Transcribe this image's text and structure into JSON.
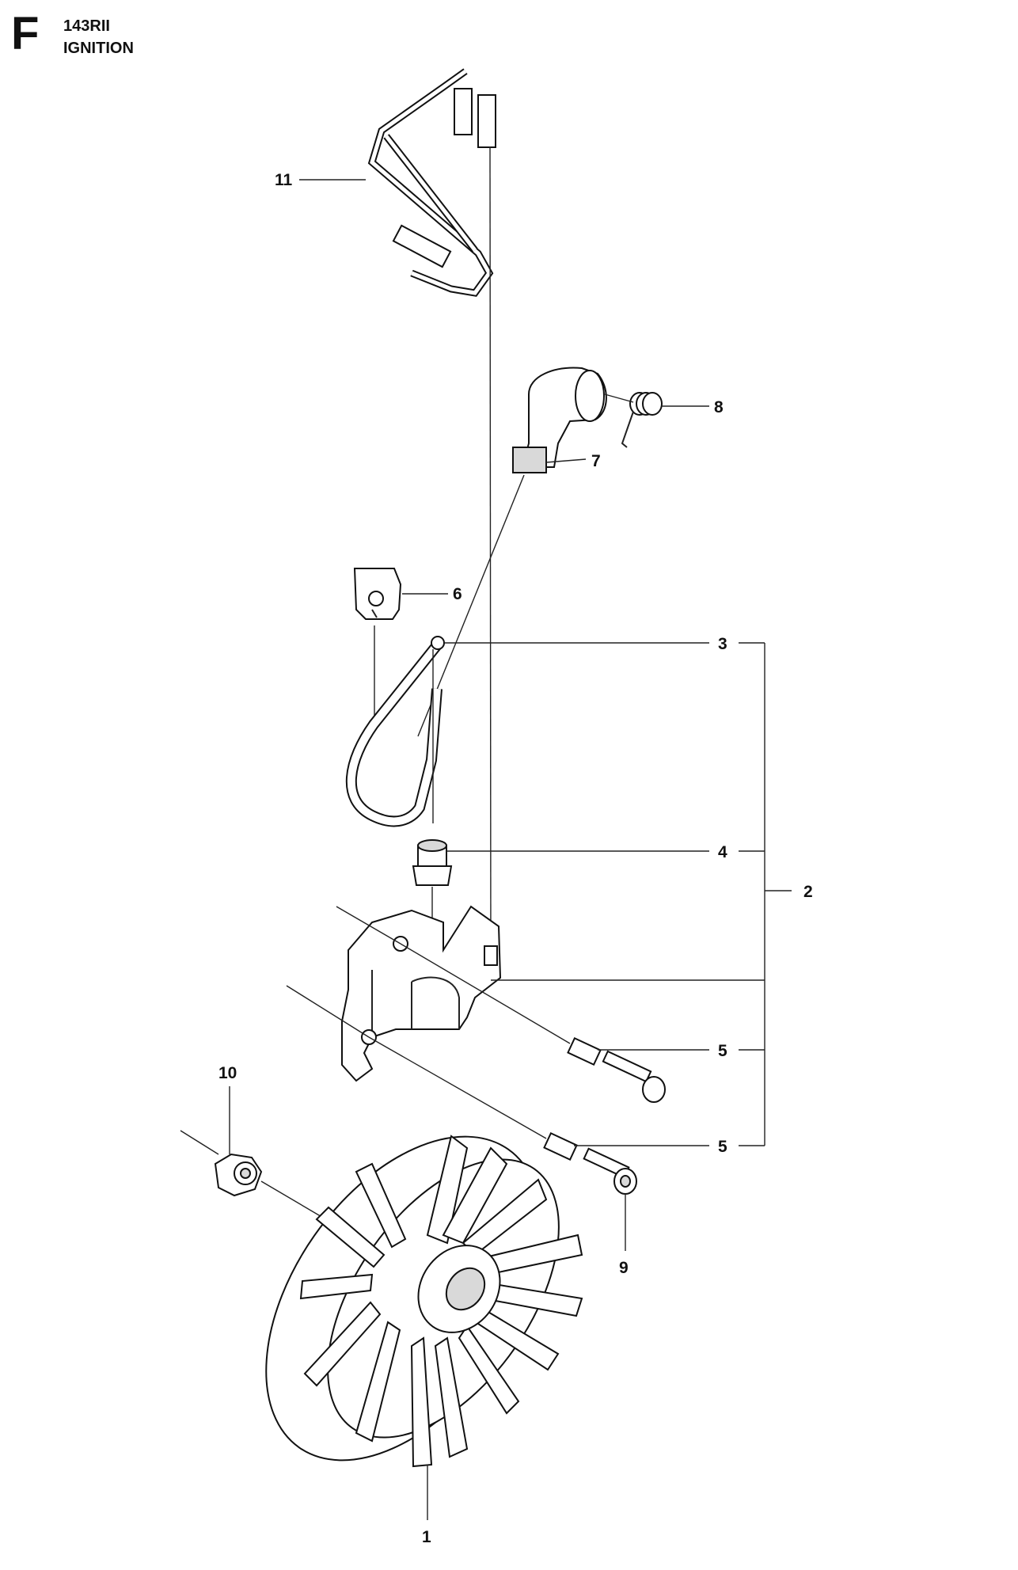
{
  "header": {
    "section_letter": "F",
    "model": "143RII",
    "title": "IGNITION"
  },
  "callouts": {
    "c1": "1",
    "c2": "2",
    "c3": "3",
    "c4": "4",
    "c5a": "5",
    "c5b": "5",
    "c6": "6",
    "c7": "7",
    "c8": "8",
    "c9": "9",
    "c10": "10",
    "c11": "11"
  }
}
